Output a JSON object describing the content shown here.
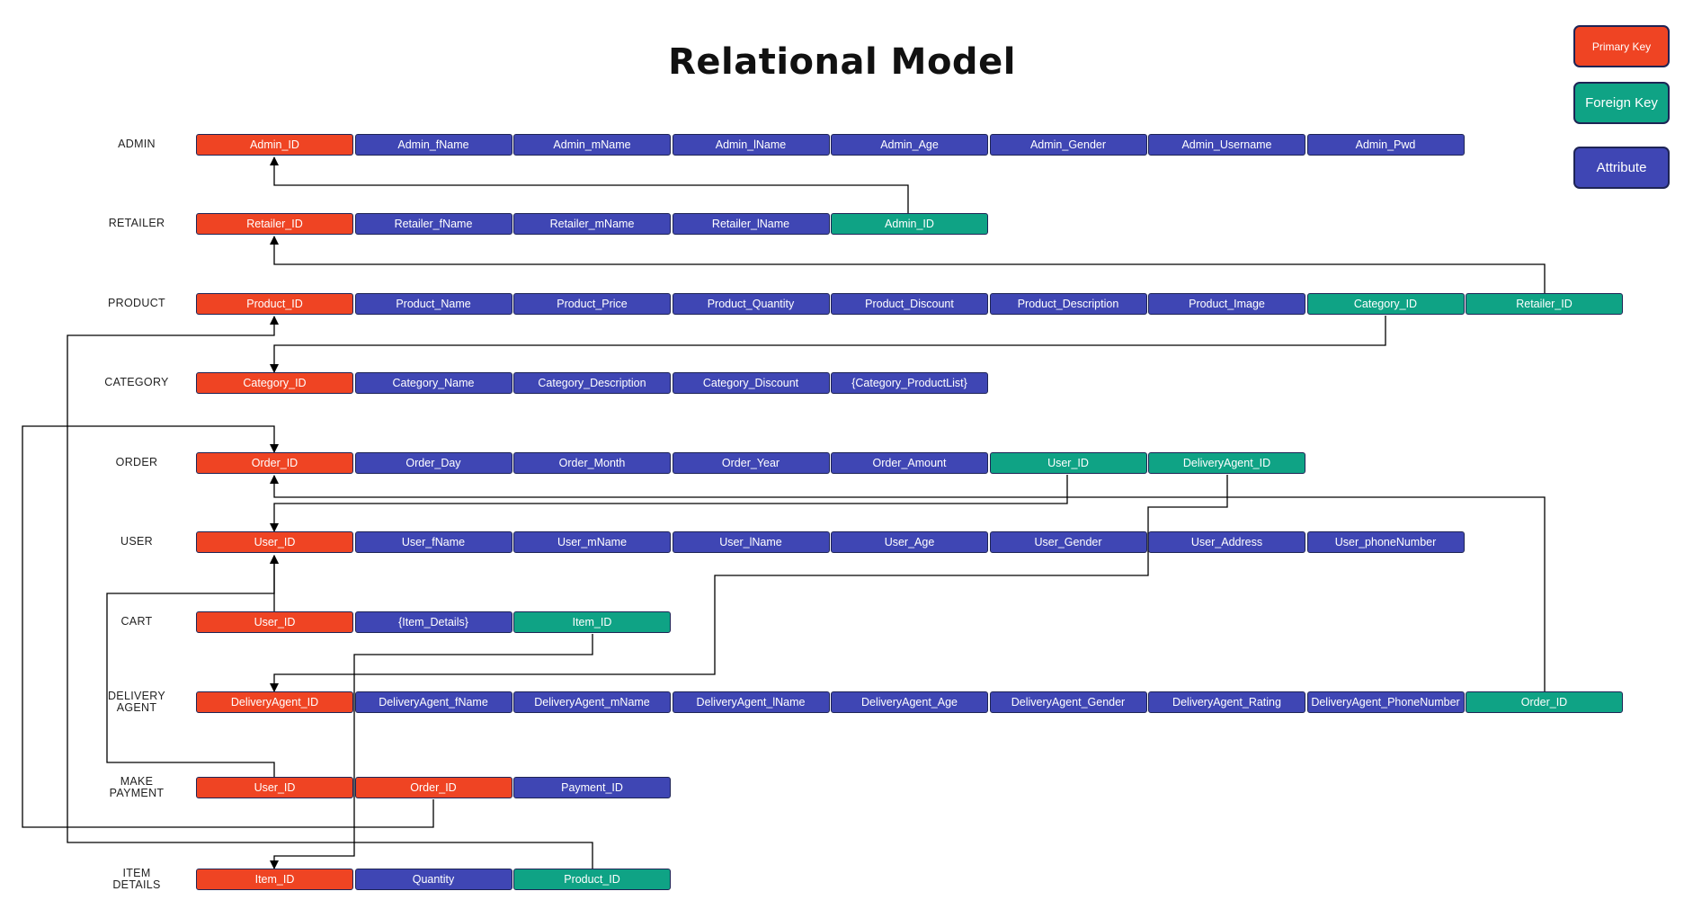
{
  "title": "Relational Model",
  "colors": {
    "primary_key": "#EF4423",
    "foreign_key": "#0FA385",
    "attribute": "#3F46B4",
    "connector": "#000000"
  },
  "legend": {
    "primary_key": "Primary Key",
    "foreign_key": "Foreign Key",
    "attribute": "Attribute"
  },
  "tables": [
    {
      "name": "ADMIN",
      "cells": [
        {
          "text": "Admin_ID",
          "kind": "pk"
        },
        {
          "text": "Admin_fName",
          "kind": "attr"
        },
        {
          "text": "Admin_mName",
          "kind": "attr"
        },
        {
          "text": "Admin_lName",
          "kind": "attr"
        },
        {
          "text": "Admin_Age",
          "kind": "attr"
        },
        {
          "text": "Admin_Gender",
          "kind": "attr"
        },
        {
          "text": "Admin_Username",
          "kind": "attr"
        },
        {
          "text": "Admin_Pwd",
          "kind": "attr"
        }
      ]
    },
    {
      "name": "RETAILER",
      "cells": [
        {
          "text": "Retailer_ID",
          "kind": "pk"
        },
        {
          "text": "Retailer_fName",
          "kind": "attr"
        },
        {
          "text": "Retailer_mName",
          "kind": "attr"
        },
        {
          "text": "Retailer_lName",
          "kind": "attr"
        },
        {
          "text": "Admin_ID",
          "kind": "fk"
        }
      ]
    },
    {
      "name": "PRODUCT",
      "cells": [
        {
          "text": "Product_ID",
          "kind": "pk"
        },
        {
          "text": "Product_Name",
          "kind": "attr"
        },
        {
          "text": "Product_Price",
          "kind": "attr"
        },
        {
          "text": "Product_Quantity",
          "kind": "attr"
        },
        {
          "text": "Product_Discount",
          "kind": "attr"
        },
        {
          "text": "Product_Description",
          "kind": "attr"
        },
        {
          "text": "Product_Image",
          "kind": "attr"
        },
        {
          "text": "Category_ID",
          "kind": "fk"
        },
        {
          "text": "Retailer_ID",
          "kind": "fk"
        }
      ]
    },
    {
      "name": "CATEGORY",
      "cells": [
        {
          "text": "Category_ID",
          "kind": "pk"
        },
        {
          "text": "Category_Name",
          "kind": "attr"
        },
        {
          "text": "Category_Description",
          "kind": "attr"
        },
        {
          "text": "Category_Discount",
          "kind": "attr"
        },
        {
          "text": "{Category_ProductList}",
          "kind": "attr"
        }
      ]
    },
    {
      "name": "ORDER",
      "cells": [
        {
          "text": "Order_ID",
          "kind": "pk"
        },
        {
          "text": "Order_Day",
          "kind": "attr"
        },
        {
          "text": "Order_Month",
          "kind": "attr"
        },
        {
          "text": "Order_Year",
          "kind": "attr"
        },
        {
          "text": "Order_Amount",
          "kind": "attr"
        },
        {
          "text": "User_ID",
          "kind": "fk"
        },
        {
          "text": "DeliveryAgent_ID",
          "kind": "fk"
        }
      ]
    },
    {
      "name": "USER",
      "cells": [
        {
          "text": "User_ID",
          "kind": "pk"
        },
        {
          "text": "User_fName",
          "kind": "attr"
        },
        {
          "text": "User_mName",
          "kind": "attr"
        },
        {
          "text": "User_lName",
          "kind": "attr"
        },
        {
          "text": "User_Age",
          "kind": "attr"
        },
        {
          "text": "User_Gender",
          "kind": "attr"
        },
        {
          "text": "User_Address",
          "kind": "attr"
        },
        {
          "text": "User_phoneNumber",
          "kind": "attr"
        }
      ]
    },
    {
      "name": "CART",
      "cells": [
        {
          "text": "User_ID",
          "kind": "pk"
        },
        {
          "text": "{Item_Details}",
          "kind": "attr"
        },
        {
          "text": "Item_ID",
          "kind": "fk"
        }
      ]
    },
    {
      "name": "DELIVERY AGENT",
      "cells": [
        {
          "text": "DeliveryAgent_ID",
          "kind": "pk"
        },
        {
          "text": "DeliveryAgent_fName",
          "kind": "attr"
        },
        {
          "text": "DeliveryAgent_mName",
          "kind": "attr"
        },
        {
          "text": "DeliveryAgent_lName",
          "kind": "attr"
        },
        {
          "text": "DeliveryAgent_Age",
          "kind": "attr"
        },
        {
          "text": "DeliveryAgent_Gender",
          "kind": "attr"
        },
        {
          "text": "DeliveryAgent_Rating",
          "kind": "attr"
        },
        {
          "text": "DeliveryAgent_PhoneNumber",
          "kind": "attr"
        },
        {
          "text": "Order_ID",
          "kind": "fk"
        }
      ]
    },
    {
      "name": "MAKE PAYMENT",
      "cells": [
        {
          "text": "User_ID",
          "kind": "pk"
        },
        {
          "text": "Order_ID",
          "kind": "pk"
        },
        {
          "text": "Payment_ID",
          "kind": "attr"
        }
      ]
    },
    {
      "name": "ITEM DETAILS",
      "cells": [
        {
          "text": "Item_ID",
          "kind": "pk"
        },
        {
          "text": "Quantity",
          "kind": "attr"
        },
        {
          "text": "Product_ID",
          "kind": "fk"
        }
      ]
    }
  ]
}
